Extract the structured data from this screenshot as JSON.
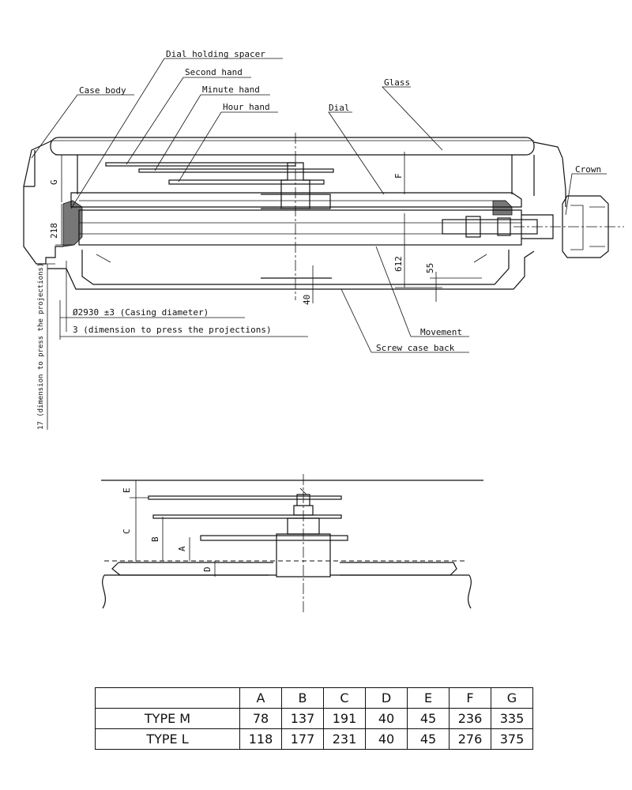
{
  "labels": {
    "dial_holding_spacer": "Dial holding spacer",
    "second_hand": "Second hand",
    "minute_hand": "Minute hand",
    "hour_hand": "Hour hand",
    "case_body": "Case body",
    "dial": "Dial",
    "glass": "Glass",
    "crown": "Crown",
    "movement": "Movement",
    "screw_case_back": "Screw case back"
  },
  "dimensions": {
    "casing_diameter": "Ø2930 ±3 (Casing diameter)",
    "press_dimension": "3 (dimension to press the projections)",
    "press_dimension_vertical": "17 (dimension to press the projections)",
    "g": "G",
    "f": "F",
    "d218": "218",
    "d612": "612",
    "d55": "55",
    "d40": "40"
  },
  "detail": {
    "e": "E",
    "c": "C",
    "b": "B",
    "a": "A",
    "d": "D"
  },
  "table": {
    "headers": [
      "A",
      "B",
      "C",
      "D",
      "E",
      "F",
      "G"
    ],
    "rows": [
      {
        "name": "TYPE M",
        "values": [
          "78",
          "137",
          "191",
          "40",
          "45",
          "236",
          "335"
        ]
      },
      {
        "name": "TYPE L",
        "values": [
          "118",
          "177",
          "231",
          "40",
          "45",
          "276",
          "375"
        ]
      }
    ]
  }
}
